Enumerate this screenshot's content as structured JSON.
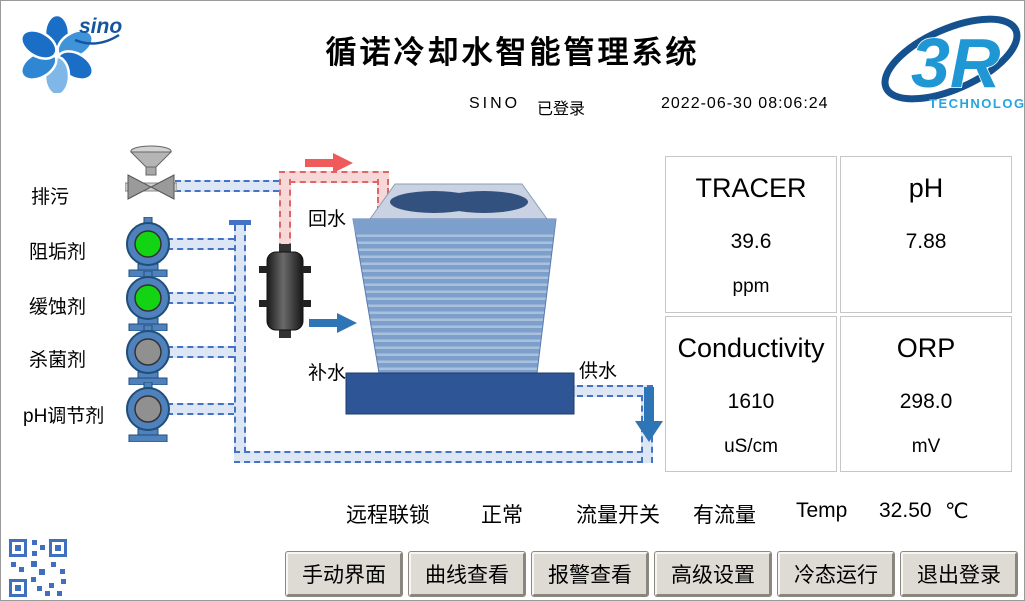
{
  "header": {
    "title": "循诺冷却水智能管理系统",
    "user": "SINO",
    "login_status": "已登录",
    "datetime": "2022-06-30 08:06:24",
    "sino_text": "sino",
    "r3_text": "3R",
    "r3_sub": "TECHNOLOGY"
  },
  "diagram": {
    "chemical_lines": [
      {
        "label": "排污"
      },
      {
        "label": "阻垢剂",
        "color": "#12d412"
      },
      {
        "label": "缓蚀剂",
        "color": "#12d412"
      },
      {
        "label": "杀菌剂",
        "color": "#909090"
      },
      {
        "label": "pH调节剂",
        "color": "#909090"
      }
    ],
    "flow_labels": {
      "return": "回水",
      "makeup": "补水",
      "supply": "供水"
    }
  },
  "readings": [
    {
      "label": "TRACER",
      "value": "39.6",
      "unit": "ppm"
    },
    {
      "label": "pH",
      "value": "7.88",
      "unit": ""
    },
    {
      "label": "Conductivity",
      "value": "1610",
      "unit": "uS/cm"
    },
    {
      "label": "ORP",
      "value": "298.0",
      "unit": "mV"
    }
  ],
  "status_bar": {
    "interlock_label": "远程联锁",
    "interlock_value": "正常",
    "flow_label": "流量开关",
    "flow_value": "有流量",
    "temp_label": "Temp",
    "temp_value": "32.50",
    "temp_unit": "℃"
  },
  "buttons": [
    "手动界面",
    "曲线查看",
    "报警查看",
    "高级设置",
    "冷态运行",
    "退出登录"
  ],
  "colors": {
    "pipe_blue": "#4472c4",
    "pipe_red": "#e06666",
    "pump_running": "#12d412",
    "pump_stopped": "#909090",
    "logo_blue": "#1f97d4"
  }
}
